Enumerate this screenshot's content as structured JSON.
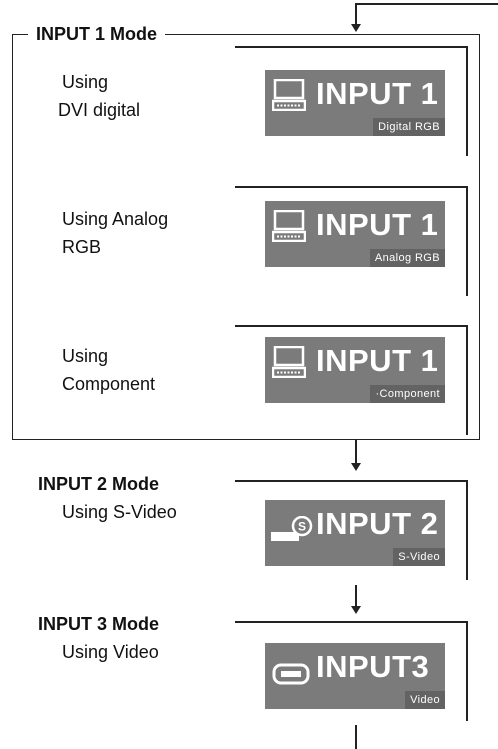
{
  "input1": {
    "title": "INPUT 1 Mode",
    "items": [
      {
        "desc1": "Using",
        "desc2": "DVI digital",
        "badge": "INPUT 1",
        "sub": "Digital RGB",
        "icon": "computer-icon"
      },
      {
        "desc1": "Using Analog",
        "desc2": "RGB",
        "badge": "INPUT 1",
        "sub": "Analog RGB",
        "icon": "computer-icon"
      },
      {
        "desc1": "Using",
        "desc2": "Component",
        "badge": "INPUT 1",
        "sub": "·Component",
        "icon": "computer-icon"
      }
    ]
  },
  "input2": {
    "title": "INPUT 2 Mode",
    "desc": "Using S-Video",
    "badge": "INPUT 2",
    "sub": "S-Video",
    "icon": "s-video-icon"
  },
  "input3": {
    "title": "INPUT 3 Mode",
    "desc": "Using Video",
    "badge": "INPUT3",
    "sub": "Video",
    "icon": "video-icon"
  },
  "colors": {
    "badge_bg": "#7b7b7b",
    "badge_sub_bg": "#636363",
    "line": "#222222"
  }
}
